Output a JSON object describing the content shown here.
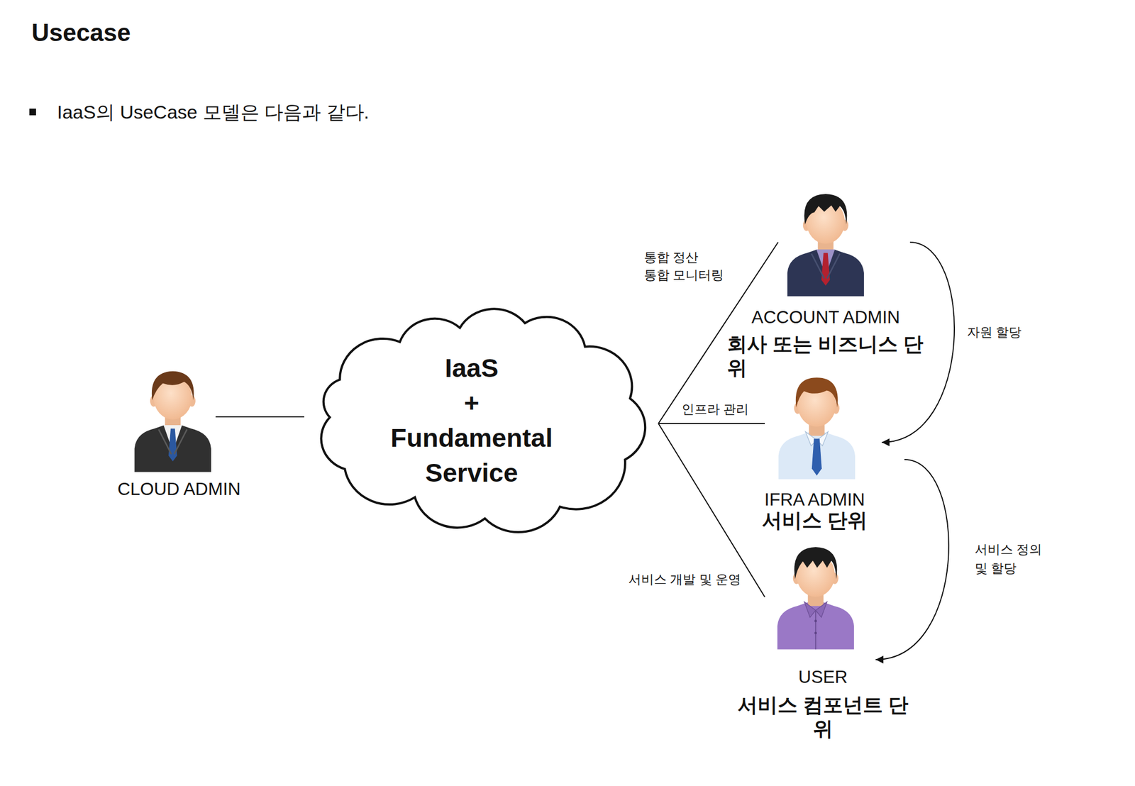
{
  "diagram": {
    "title": "Usecase",
    "nodes": [
      {
        "text": [
          "IaaS + Fundamental Service"
        ]
      },
      {
        "text": [
          "CLOUD ADMIN"
        ]
      },
      {
        "text": [
          "ACCOUNT ADMIN",
          "회사 또는 비즈니스 단위"
        ]
      },
      {
        "text": [
          "IFRA ADMIN",
          "서비스 단위"
        ]
      },
      {
        "text": [
          "USER",
          "서비스 컴포넌트 단위"
        ]
      }
    ],
    "edges": [
      {
        "from": 1,
        "to": 0,
        "arrow": "none"
      },
      {
        "from": 0,
        "to": 2,
        "label": "통합 정산 통합 모니터링",
        "arrow": "none"
      },
      {
        "from": 0,
        "to": 3,
        "label": "인프라 관리",
        "arrow": "none"
      },
      {
        "from": 0,
        "to": 4,
        "label": "서비스 개발 및 운영",
        "arrow": "none"
      },
      {
        "from": 2,
        "to": 3,
        "label": "자원 할당",
        "arrow": "to"
      },
      {
        "from": 3,
        "to": 4,
        "label": "서비스 정의 및 할당",
        "arrow": "to"
      }
    ],
    "labels": [
      "IaaS의 UseCase 모델은 다음과 같다."
    ]
  }
}
